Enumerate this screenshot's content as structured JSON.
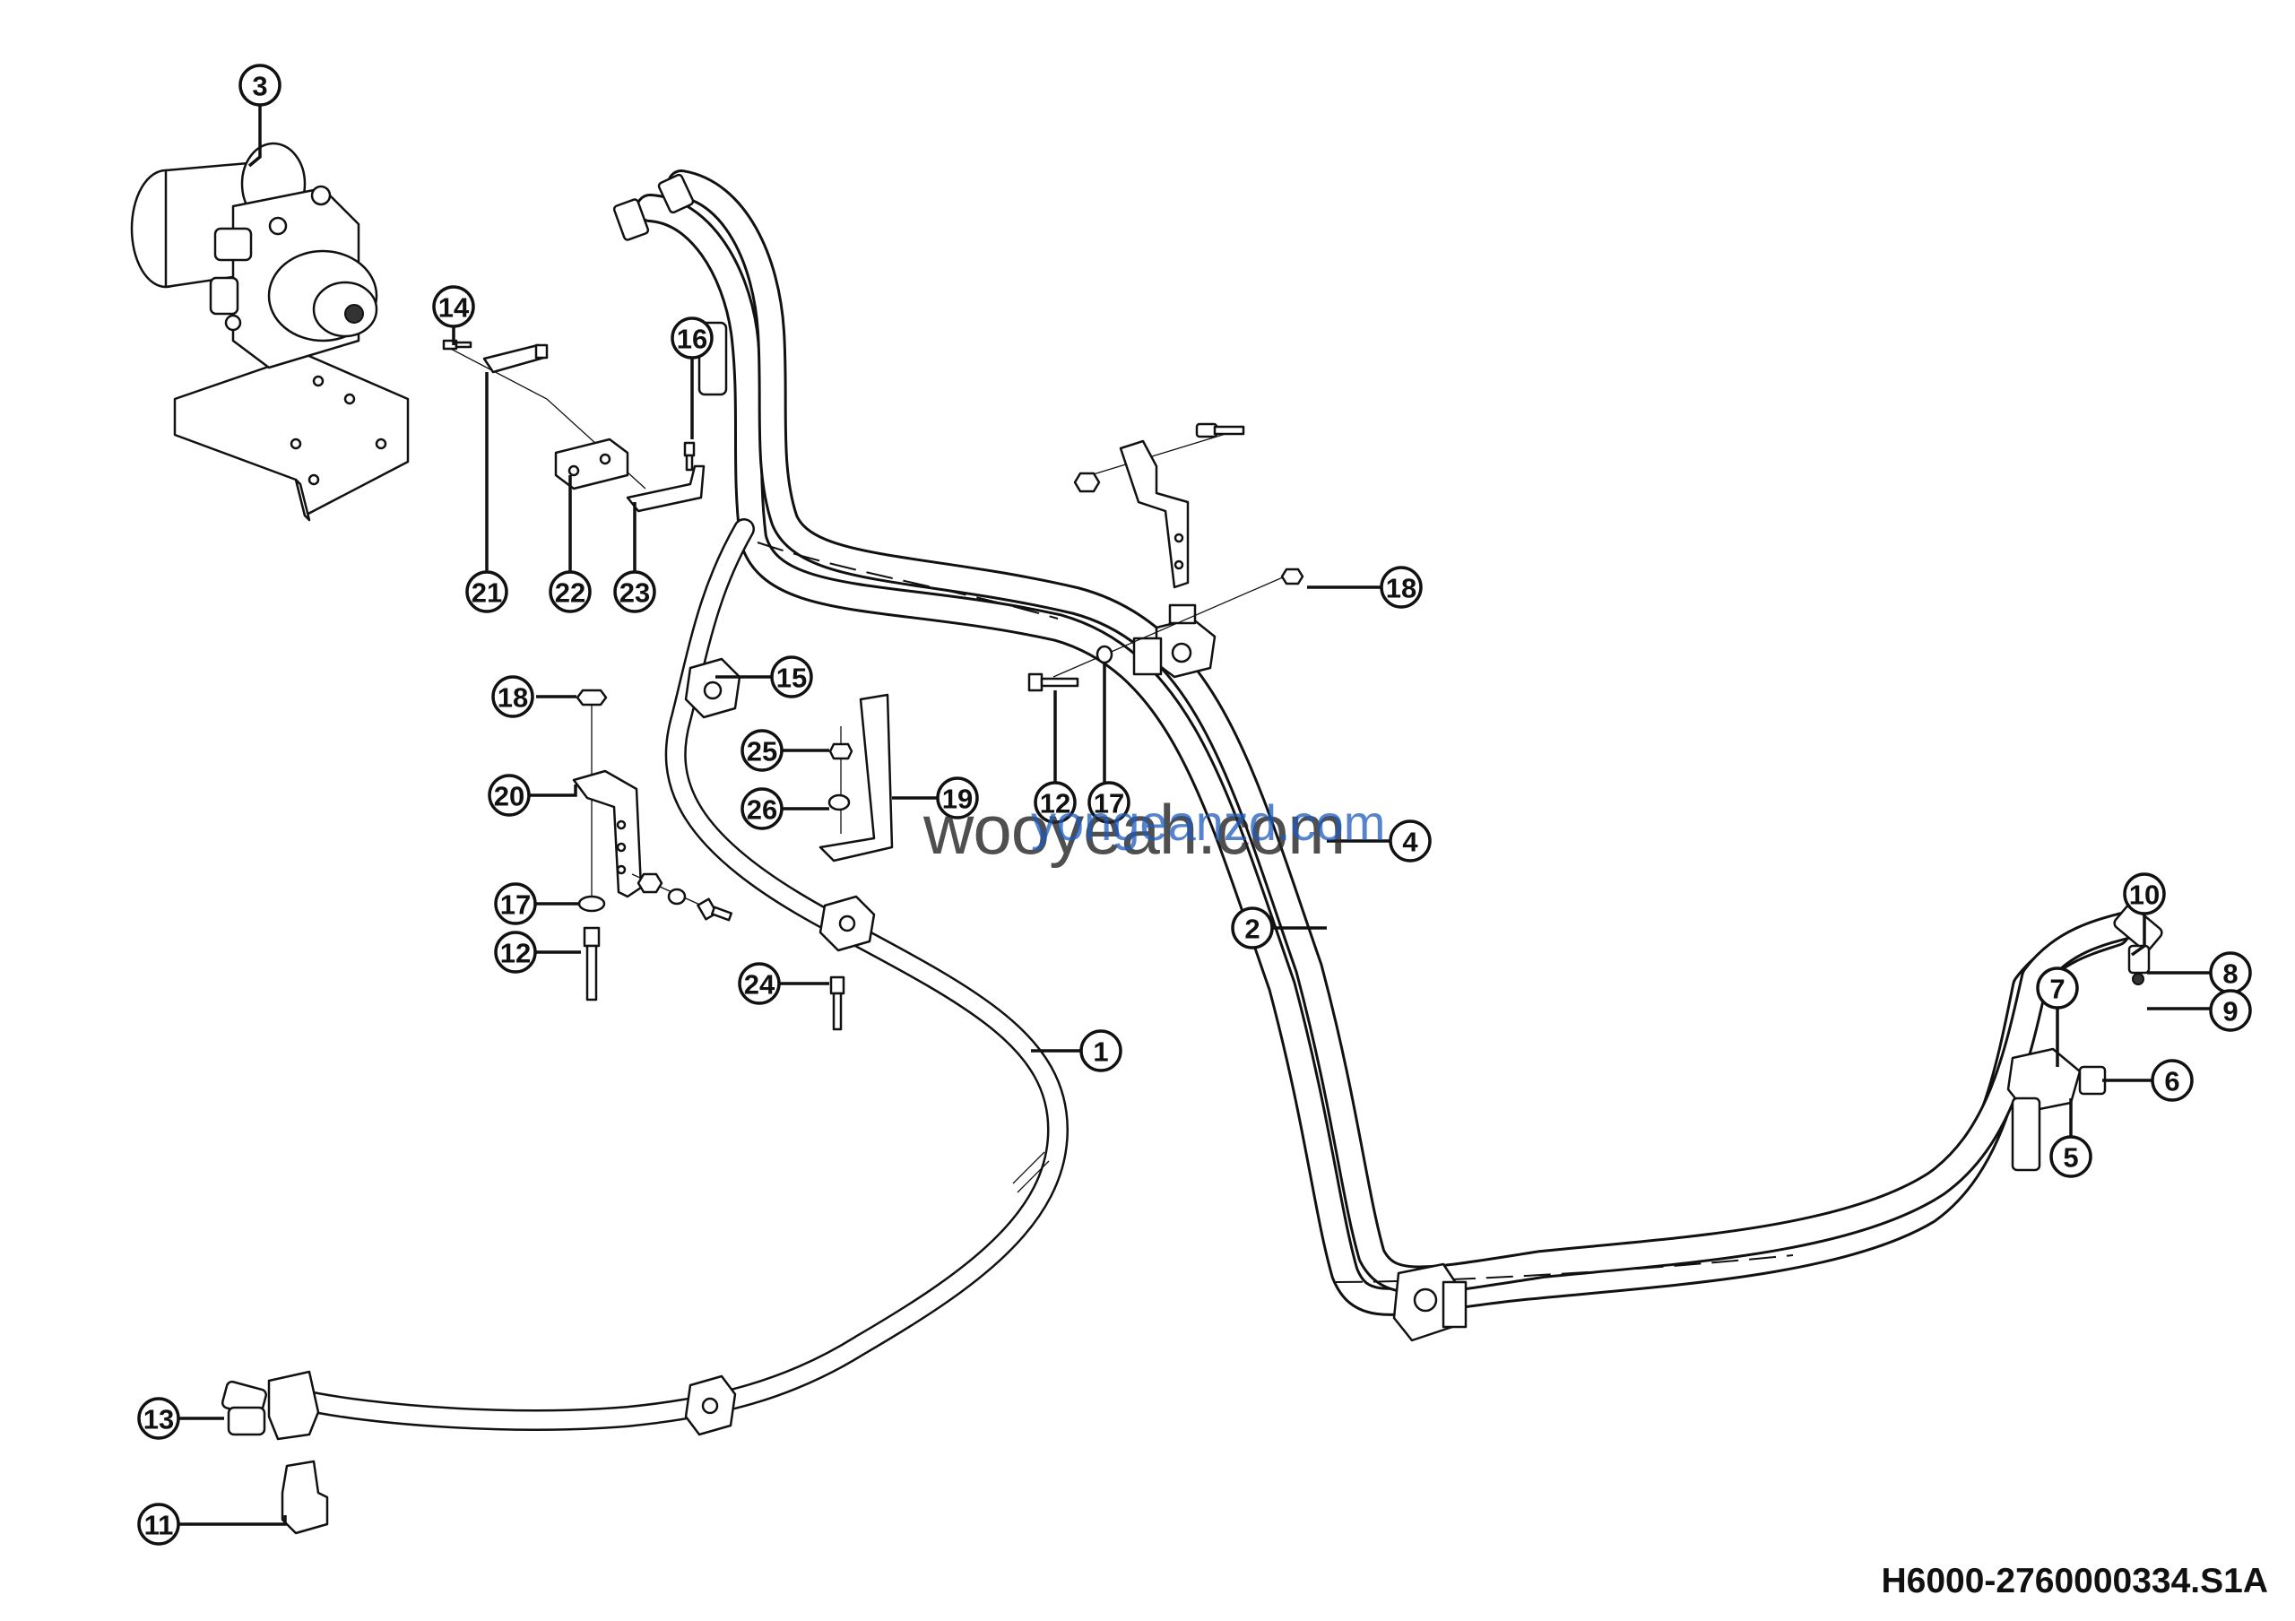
{
  "drawing_code": "H6000-2760000334.S1A",
  "watermark": {
    "primary": "wooyeah.com",
    "secondary": "yongeanzd.com"
  },
  "colors": {
    "line": "#111111",
    "background": "#ffffff",
    "watermark_secondary": "#1e5abe"
  },
  "callouts": [
    "3",
    "14",
    "16",
    "21",
    "22",
    "23",
    "18",
    "15",
    "20",
    "25",
    "26",
    "19",
    "17",
    "12",
    "24",
    "12",
    "17",
    "18",
    "4",
    "2",
    "1",
    "10",
    "8",
    "9",
    "7",
    "6",
    "5",
    "13",
    "11"
  ]
}
